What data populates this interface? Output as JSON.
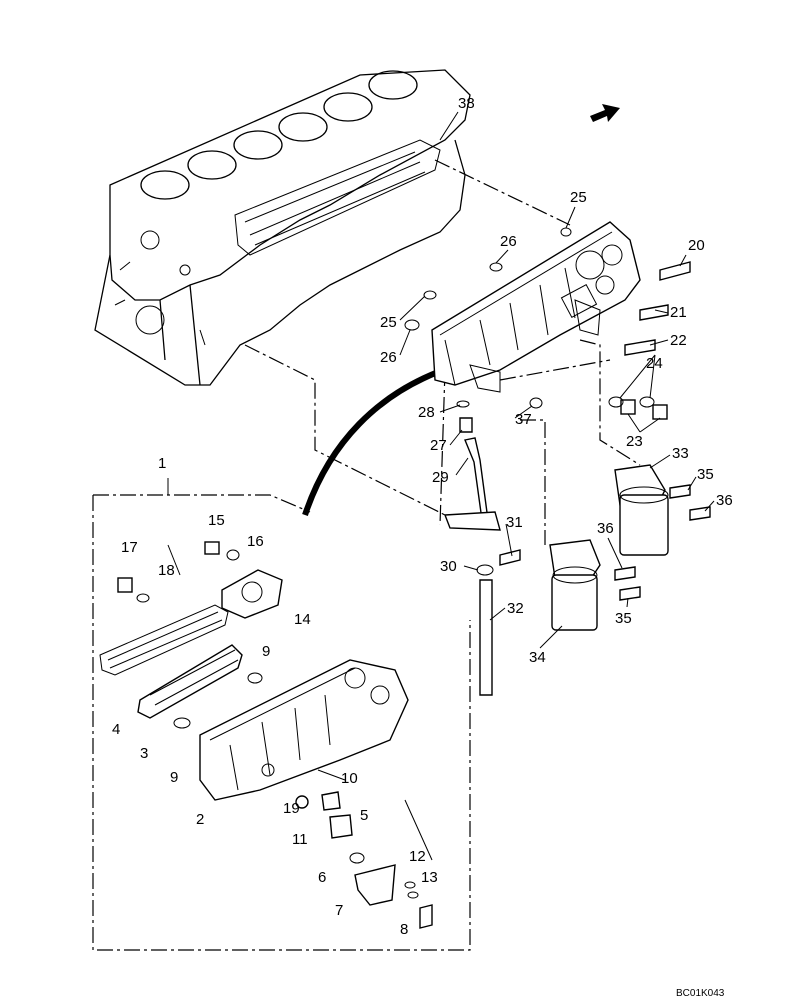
{
  "diagram": {
    "drawing_code": "BC01K043",
    "callouts": [
      "1",
      "2",
      "3",
      "4",
      "5",
      "6",
      "7",
      "8",
      "9",
      "9",
      "10",
      "11",
      "12",
      "13",
      "14",
      "15",
      "16",
      "17",
      "18",
      "19",
      "20",
      "21",
      "22",
      "23",
      "24",
      "25",
      "25",
      "26",
      "26",
      "27",
      "28",
      "29",
      "30",
      "31",
      "32",
      "33",
      "34",
      "35",
      "35",
      "36",
      "36",
      "37",
      "38"
    ]
  }
}
